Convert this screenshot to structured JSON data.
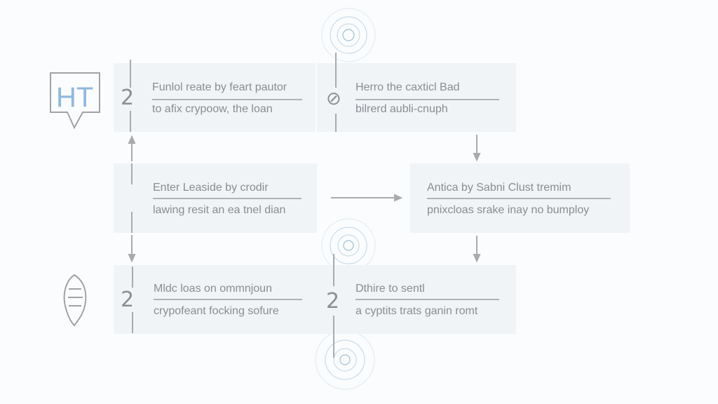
{
  "steps": [
    {
      "number": "2",
      "line1": "Funlol reate by feart pautor",
      "line2": "to afix crypoow, the loan"
    },
    {
      "number": "⊘",
      "line1": "Herro the caxticl Bad",
      "line2": "bilrerd aubli-cnuph"
    },
    {
      "line1": "Enter Leaside by crodir",
      "line2": "lawing resit an ea tnel dian"
    },
    {
      "line1": "Antica by Sabni Clust tremim",
      "line2": "pnixcloas srake inay no bumploy"
    },
    {
      "number": "2",
      "line1": "Mldc loas on ommnjoun",
      "line2": "crypofeant focking sofure"
    },
    {
      "number": "2",
      "line1": "Dthire to sentl",
      "line2": "a cyptits trats ganin romt"
    }
  ],
  "logo": {
    "text": "HT"
  },
  "colors": {
    "accent": "#8fb8e0",
    "box": "#f0f4f7",
    "text": "#8a8d90"
  }
}
